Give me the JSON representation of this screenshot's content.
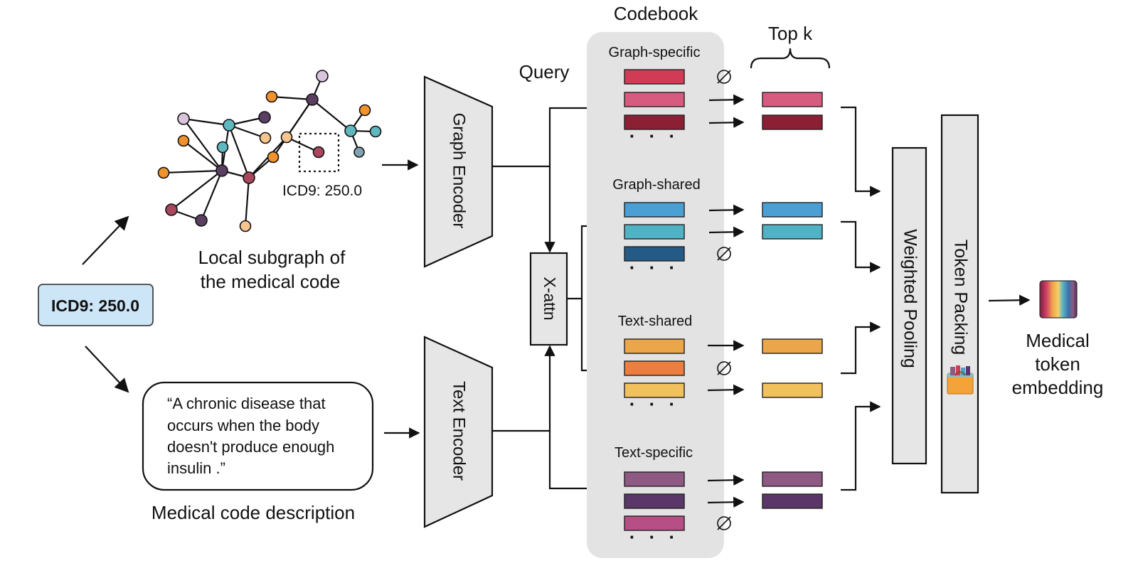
{
  "code_label": "ICD9: 250.0",
  "subgraph": {
    "node_label": "ICD9: 250.0",
    "caption_line1": "Local subgraph of",
    "caption_line2": "the medical code"
  },
  "description": {
    "quote_lines": [
      "“A chronic disease that",
      "occurs when the body",
      "doesn't produce enough",
      "insulin .”"
    ],
    "caption": "Medical code description"
  },
  "encoders": {
    "graph": "Graph Encoder",
    "text": "Text Encoder"
  },
  "query_label": "Query",
  "xattn_label": "X-attn",
  "codebook": {
    "title": "Codebook",
    "groups": [
      {
        "label": "Graph-specific",
        "colors": [
          "#d13b55",
          "#d65b7e",
          "#8b2035"
        ]
      },
      {
        "label": "Graph-shared",
        "colors": [
          "#4a9fd4",
          "#52b2c5",
          "#245a86"
        ]
      },
      {
        "label": "Text-shared",
        "colors": [
          "#eca64a",
          "#ec7f40",
          "#f1c15e"
        ]
      },
      {
        "label": "Text-specific",
        "colors": [
          "#8e5a83",
          "#5a3768",
          "#b54f86"
        ]
      }
    ],
    "ellipsis": "· · ·"
  },
  "topk_label": "Top k",
  "empty_symbol": "∅",
  "pooling_label": "Weighted Pooling",
  "packing_label": "Token Packing",
  "output": {
    "line1": "Medical",
    "line2": "token",
    "line3": "embedding"
  },
  "node_colors": {
    "purple": "#5b3f63",
    "lavender": "#d8c4dc",
    "orange": "#f0922e",
    "peach": "#f6c48f",
    "teal": "#5fb8bf",
    "slate": "#7fa3b3",
    "maroon": "#a9475c"
  }
}
